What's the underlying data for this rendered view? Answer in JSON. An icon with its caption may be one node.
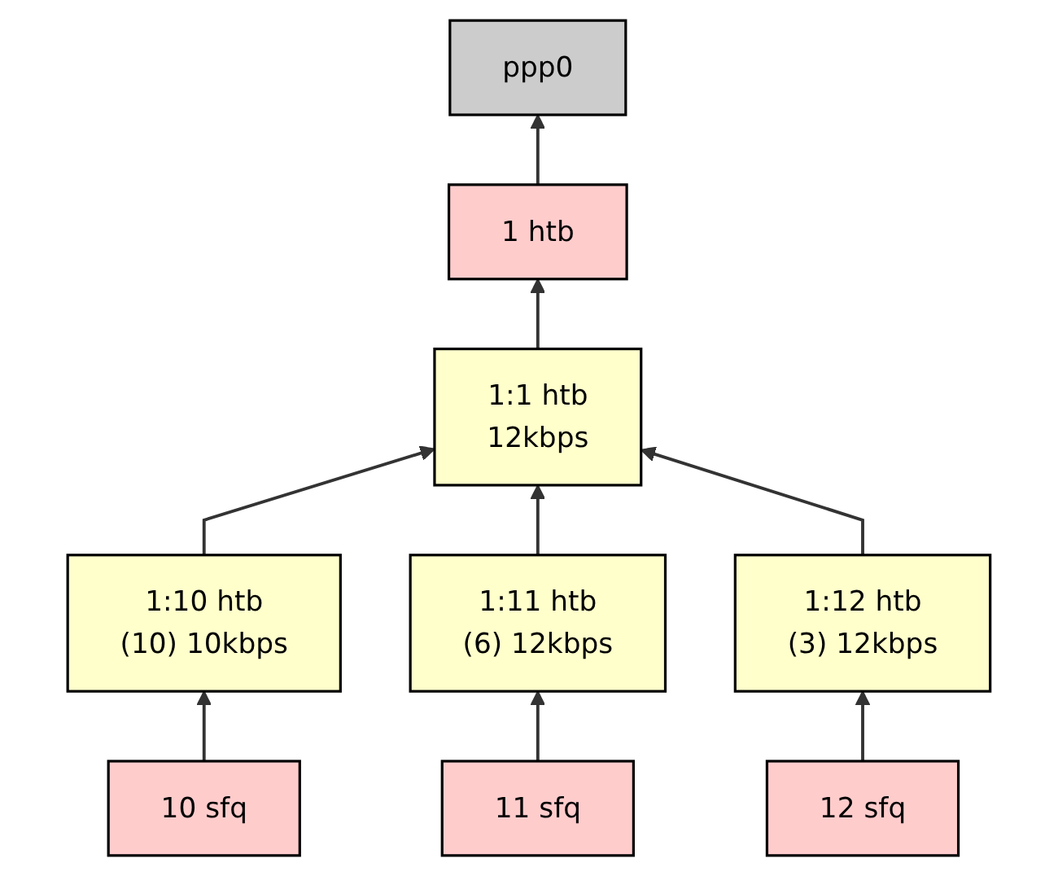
{
  "diagram": {
    "nodes": [
      {
        "text": [
          "ppp0"
        ]
      },
      {
        "text": [
          "1 htb"
        ]
      },
      {
        "text": [
          "1:1 htb",
          "12kbps"
        ]
      },
      {
        "text": [
          "1:10 htb",
          "(10) 10kbps"
        ]
      },
      {
        "text": [
          "1:11 htb",
          "(6) 12kbps"
        ]
      },
      {
        "text": [
          "1:12 htb",
          "(3) 12kbps"
        ]
      },
      {
        "text": [
          "10 sfq"
        ]
      },
      {
        "text": [
          "11 sfq"
        ]
      },
      {
        "text": [
          "12 sfq"
        ]
      }
    ],
    "edges": [
      {
        "from": 1,
        "to": 0,
        "arrow": "to"
      },
      {
        "from": 2,
        "to": 1,
        "arrow": "to"
      },
      {
        "from": 3,
        "to": 2,
        "arrow": "to"
      },
      {
        "from": 4,
        "to": 2,
        "arrow": "to"
      },
      {
        "from": 5,
        "to": 2,
        "arrow": "to"
      },
      {
        "from": 6,
        "to": 3,
        "arrow": "to"
      },
      {
        "from": 7,
        "to": 4,
        "arrow": "to"
      },
      {
        "from": 8,
        "to": 5,
        "arrow": "to"
      }
    ]
  }
}
